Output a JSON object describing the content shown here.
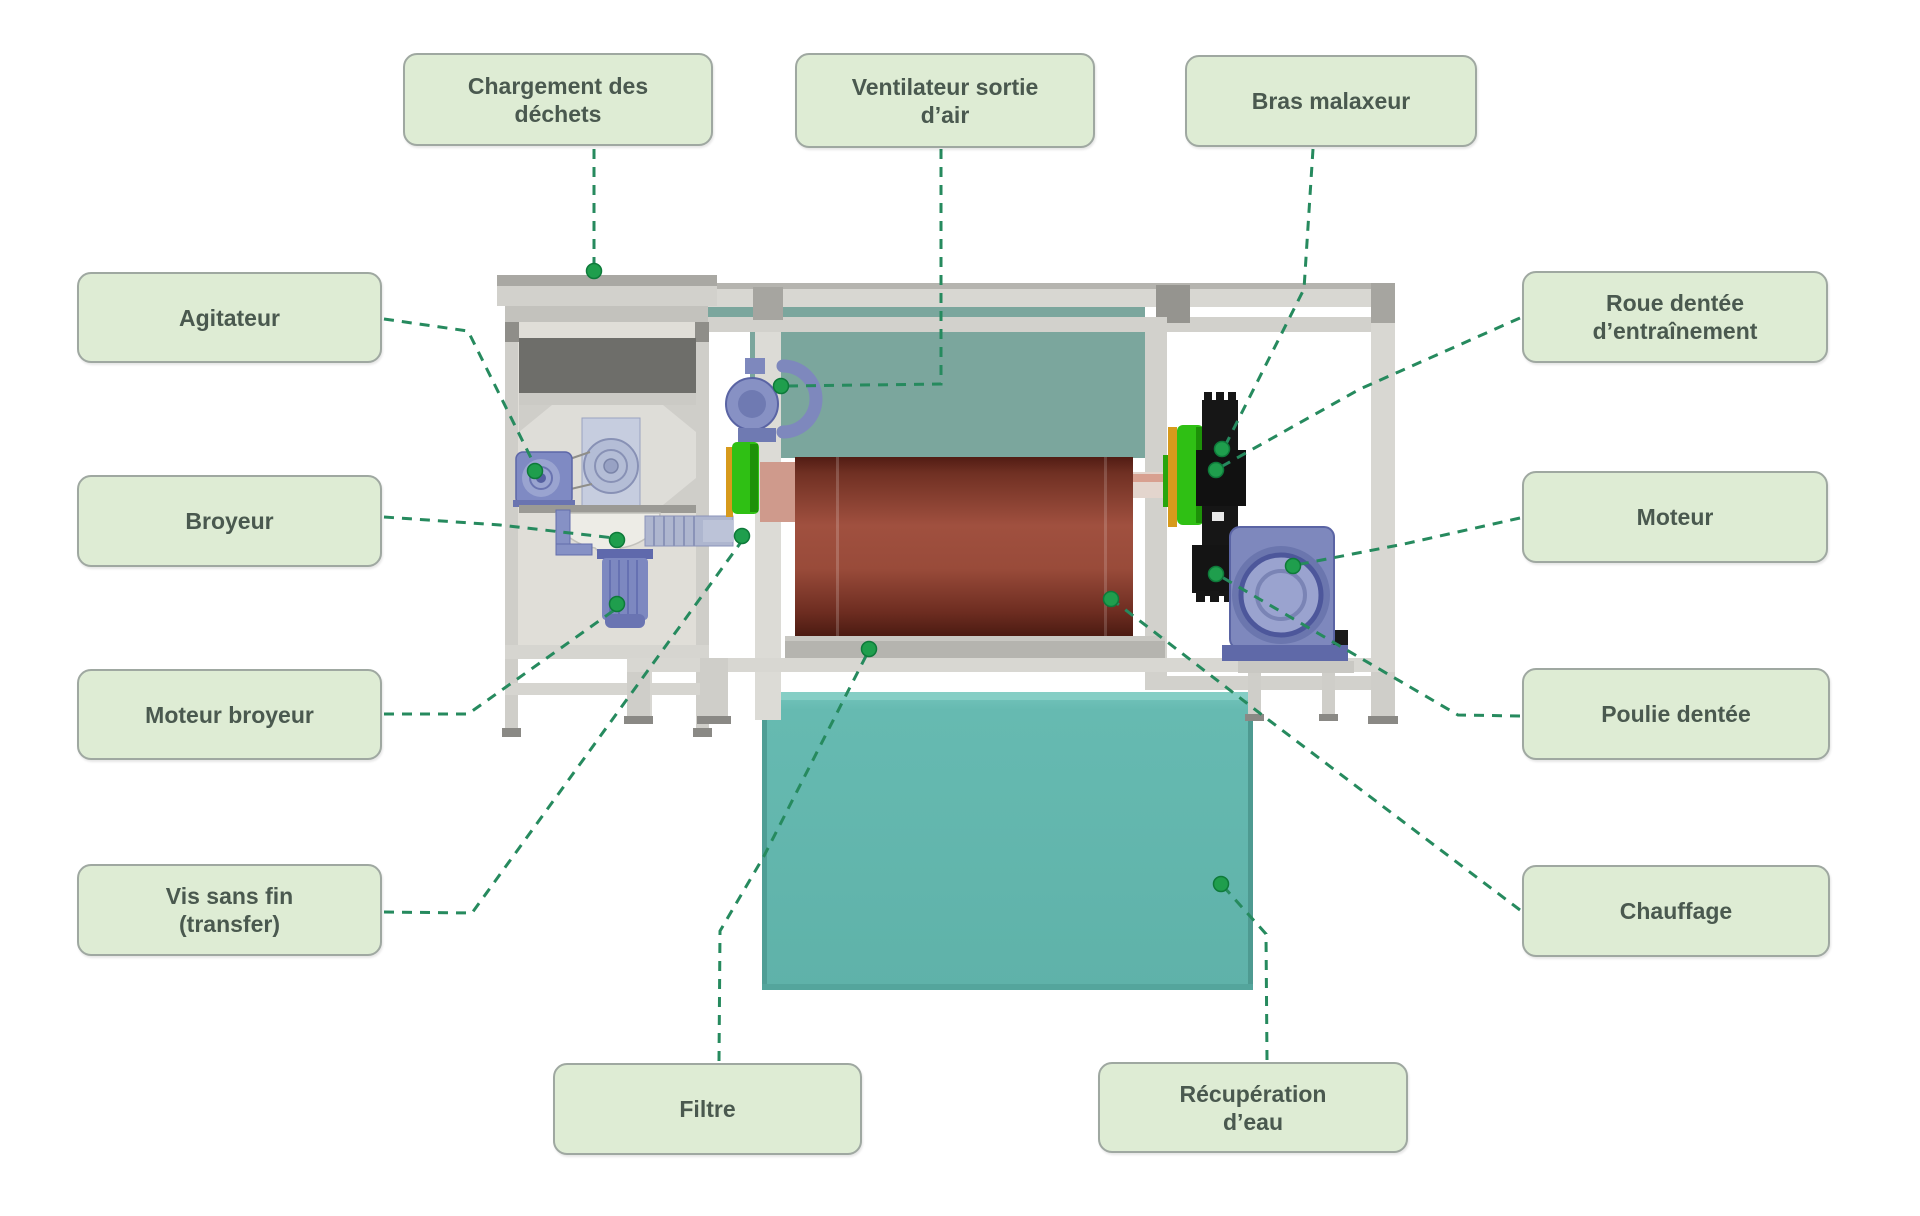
{
  "labels": [
    {
      "id": "chargement",
      "text": "Chargement des déchets"
    },
    {
      "id": "ventilateur",
      "text": "Ventilateur sortie d’air"
    },
    {
      "id": "bras-malaxeur",
      "text": "Bras malaxeur"
    },
    {
      "id": "agitateur",
      "text": "Agitateur"
    },
    {
      "id": "roue-dentee",
      "text": "Roue dentée d’entraînement"
    },
    {
      "id": "broyeur",
      "text": "Broyeur"
    },
    {
      "id": "moteur",
      "text": "Moteur"
    },
    {
      "id": "moteur-broyeur",
      "text": "Moteur broyeur"
    },
    {
      "id": "poulie-dentee",
      "text": "Poulie dentée"
    },
    {
      "id": "vis-sans-fin",
      "text": "Vis sans fin (transfer)"
    },
    {
      "id": "chauffage",
      "text": "Chauffage"
    },
    {
      "id": "filtre",
      "text": "Filtre"
    },
    {
      "id": "recuperation",
      "text": "Récupération d’eau"
    }
  ],
  "colors": {
    "label_fill": "#deecd4",
    "label_border": "#9fa8a1",
    "label_text": "#4a594f",
    "callout_green": "#268a5e",
    "dot_green": "#1f9e4d",
    "drum_brown": "#a0503f",
    "tank_teal": "#66bab1",
    "panel_teal": "#7ba69d",
    "frame_gray": "#d8d7d2",
    "component_blue": "#7e88bd",
    "pulley_green": "#2fc014",
    "accent_orange": "#d79a1c",
    "sprocket_black": "#161616"
  }
}
